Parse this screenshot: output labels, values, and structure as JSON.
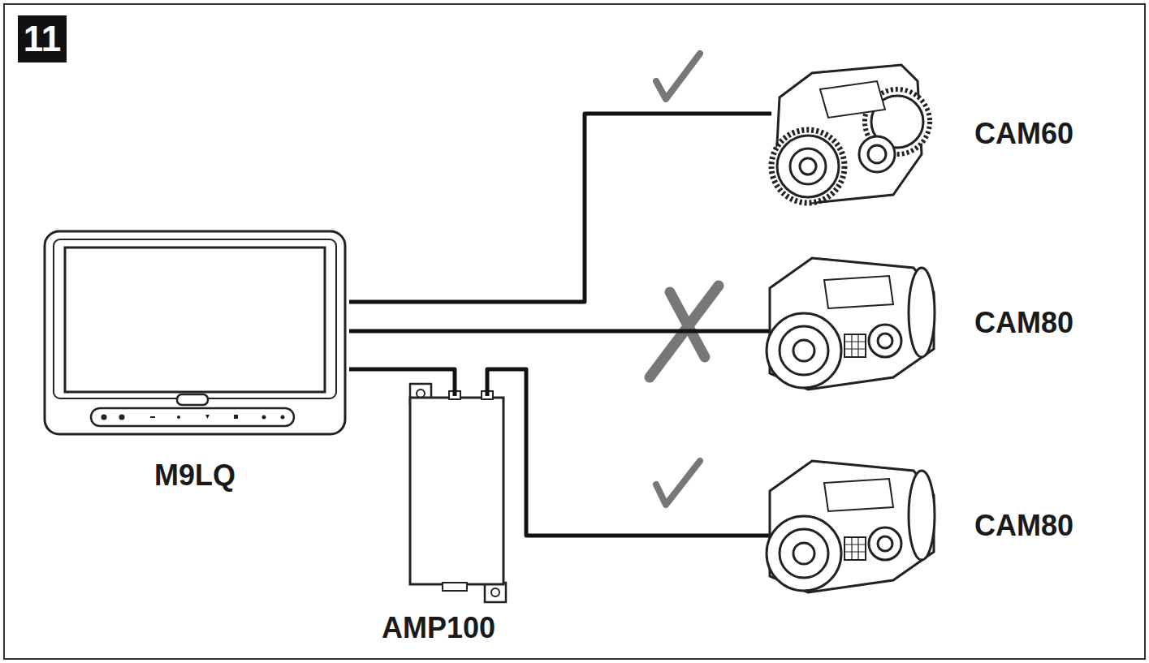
{
  "diagram": {
    "nodes": [
      {
        "text": [
          "M9LQ"
        ]
      },
      {
        "text": [
          "AMP100"
        ]
      },
      {
        "text": [
          "CAM60"
        ]
      },
      {
        "text": [
          "CAM80"
        ]
      },
      {
        "text": [
          "CAM80"
        ]
      }
    ],
    "edges": [
      {
        "from": 0,
        "to": 2,
        "arrow": "none"
      },
      {
        "from": 0,
        "to": 3,
        "arrow": "none"
      },
      {
        "from": 0,
        "to": 1,
        "arrow": "none"
      },
      {
        "from": 1,
        "to": 4,
        "arrow": "none"
      }
    ],
    "labels": [
      "11"
    ]
  }
}
